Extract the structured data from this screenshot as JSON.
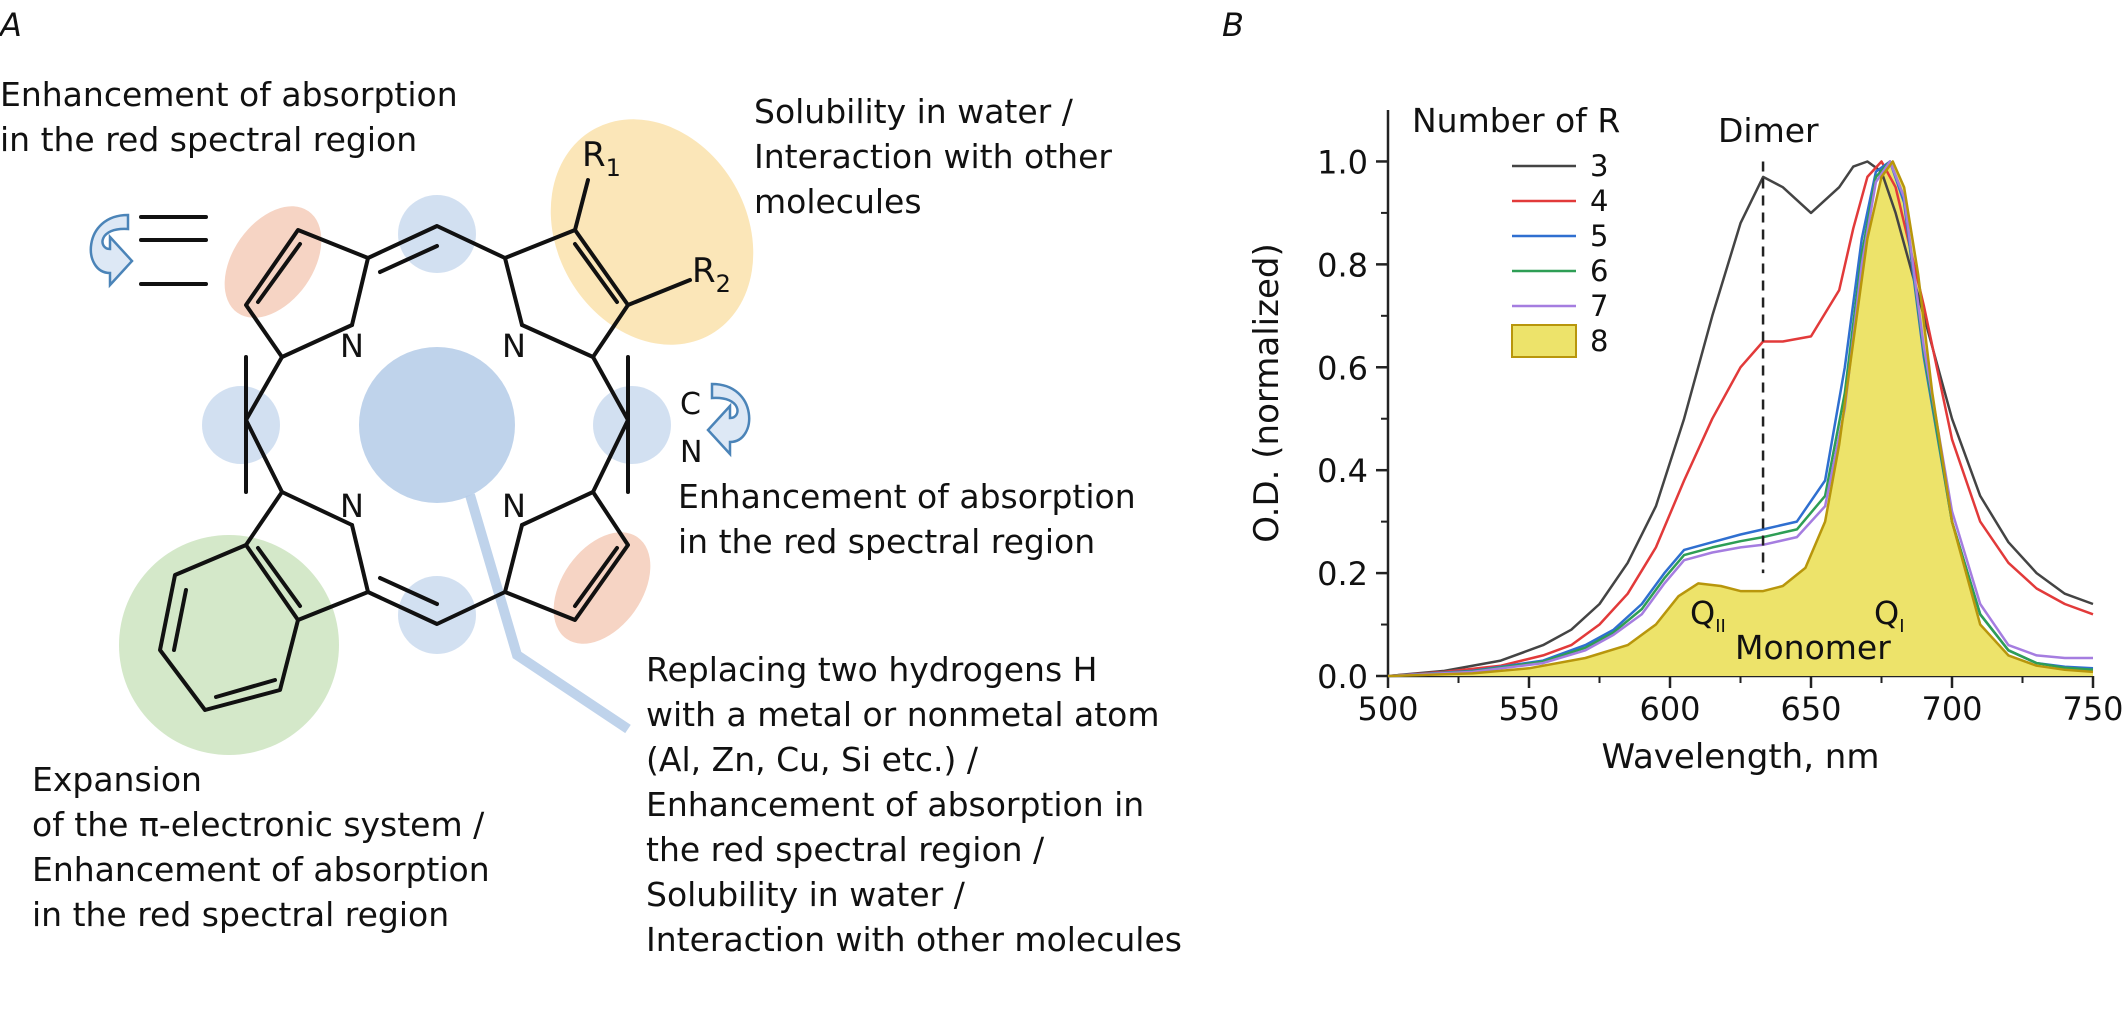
{
  "panel_a": {
    "label": "A",
    "annot_topleft": [
      "Enhancement of absorption",
      "in the red spectral region"
    ],
    "annot_topright": [
      "Solubility in water /",
      "Interaction with other",
      "molecules"
    ],
    "annot_midright": [
      "Enhancement of absorption",
      "in the red spectral region"
    ],
    "annot_bottomright": [
      "Replacing two hydrogens H",
      "with a metal or nonmetal atom",
      "(Al, Zn, Cu, Si etc.) /",
      "Enhancement of absorption in",
      "the red spectral region /",
      "Solubility in water /",
      "Interaction with other molecules"
    ],
    "annot_bottomleft": [
      "Expansion",
      "of the π-electronic system /",
      "Enhancement of absorption",
      "in the red spectral region"
    ],
    "atom_n": "N",
    "atom_c": "C",
    "r1_letter": "R",
    "r1_sub": "1",
    "r2_letter": "R",
    "r2_sub": "2",
    "colors": {
      "blue": "#b4cbe8",
      "orange": "#f4c9b5",
      "yellow": "#fbe3b0",
      "green": "#cfe5c3",
      "arrow": "#4b84b8"
    }
  },
  "panel_b": {
    "label": "B",
    "dimer_label": "Dimer",
    "monomer_label": "Monomer",
    "q2_letter": "Q",
    "q2_sub": "II",
    "q1_letter": "Q",
    "q1_sub": "I"
  },
  "chart_data": {
    "type": "line",
    "xlabel": "Wavelength, nm",
    "ylabel": "O.D. (normalized)",
    "xlim": [
      500,
      750
    ],
    "ylim": [
      0,
      1.1
    ],
    "xticks": [
      500,
      550,
      600,
      650,
      700,
      750
    ],
    "yticks": [
      0.0,
      0.2,
      0.4,
      0.6,
      0.8,
      1.0
    ],
    "grid": false,
    "legend_title": "Number of R",
    "legend_position": "top-left",
    "dimer_marker_x": 633,
    "series": [
      {
        "name": "3",
        "color": "#444444",
        "fill": false,
        "x": [
          500,
          520,
          540,
          555,
          565,
          575,
          585,
          595,
          605,
          615,
          625,
          633,
          640,
          650,
          660,
          665,
          670,
          675,
          680,
          690,
          700,
          710,
          720,
          730,
          740,
          750
        ],
        "y": [
          0.0,
          0.01,
          0.03,
          0.06,
          0.09,
          0.14,
          0.22,
          0.33,
          0.5,
          0.7,
          0.88,
          0.97,
          0.95,
          0.9,
          0.95,
          0.99,
          1.0,
          0.98,
          0.9,
          0.7,
          0.5,
          0.35,
          0.26,
          0.2,
          0.16,
          0.14
        ]
      },
      {
        "name": "4",
        "color": "#e23a3a",
        "fill": false,
        "x": [
          500,
          520,
          540,
          555,
          565,
          575,
          585,
          595,
          605,
          615,
          625,
          633,
          640,
          650,
          660,
          665,
          670,
          675,
          680,
          690,
          700,
          710,
          720,
          730,
          740,
          750
        ],
        "y": [
          0.0,
          0.008,
          0.02,
          0.04,
          0.06,
          0.1,
          0.16,
          0.25,
          0.38,
          0.5,
          0.6,
          0.65,
          0.65,
          0.66,
          0.75,
          0.87,
          0.97,
          1.0,
          0.95,
          0.72,
          0.46,
          0.3,
          0.22,
          0.17,
          0.14,
          0.12
        ]
      },
      {
        "name": "5",
        "color": "#2f6fd0",
        "fill": false,
        "x": [
          500,
          530,
          555,
          570,
          580,
          590,
          598,
          605,
          615,
          625,
          633,
          645,
          655,
          662,
          668,
          673,
          678,
          683,
          690,
          700,
          710,
          720,
          730,
          740,
          750
        ],
        "y": [
          0.0,
          0.01,
          0.03,
          0.06,
          0.09,
          0.14,
          0.2,
          0.245,
          0.26,
          0.275,
          0.285,
          0.3,
          0.38,
          0.6,
          0.85,
          0.98,
          1.0,
          0.92,
          0.62,
          0.3,
          0.12,
          0.05,
          0.025,
          0.018,
          0.015
        ]
      },
      {
        "name": "6",
        "color": "#2e9e55",
        "fill": false,
        "x": [
          500,
          530,
          555,
          570,
          580,
          590,
          598,
          605,
          615,
          625,
          633,
          645,
          655,
          662,
          668,
          673,
          678,
          683,
          690,
          700,
          710,
          720,
          730,
          740,
          750
        ],
        "y": [
          0.0,
          0.009,
          0.028,
          0.055,
          0.085,
          0.13,
          0.19,
          0.235,
          0.25,
          0.262,
          0.27,
          0.285,
          0.35,
          0.55,
          0.82,
          0.97,
          1.0,
          0.93,
          0.63,
          0.3,
          0.12,
          0.05,
          0.025,
          0.016,
          0.012
        ]
      },
      {
        "name": "7",
        "color": "#a57de0",
        "fill": false,
        "x": [
          500,
          530,
          555,
          570,
          580,
          590,
          598,
          605,
          615,
          625,
          633,
          645,
          655,
          662,
          668,
          673,
          678,
          683,
          690,
          700,
          710,
          720,
          730,
          740,
          750
        ],
        "y": [
          0.0,
          0.008,
          0.025,
          0.05,
          0.08,
          0.12,
          0.18,
          0.225,
          0.24,
          0.25,
          0.255,
          0.27,
          0.33,
          0.52,
          0.8,
          0.96,
          1.0,
          0.93,
          0.64,
          0.32,
          0.14,
          0.06,
          0.04,
          0.035,
          0.035
        ]
      },
      {
        "name": "8",
        "color": "#b8960c",
        "fill": true,
        "fill_color": "#ede36a",
        "x": [
          500,
          530,
          550,
          570,
          585,
          595,
          603,
          610,
          618,
          625,
          633,
          640,
          648,
          655,
          660,
          665,
          670,
          675,
          679,
          683,
          688,
          693,
          700,
          710,
          720,
          730,
          740,
          750
        ],
        "y": [
          0.0,
          0.005,
          0.015,
          0.035,
          0.06,
          0.1,
          0.155,
          0.18,
          0.175,
          0.165,
          0.165,
          0.175,
          0.21,
          0.3,
          0.45,
          0.65,
          0.85,
          0.97,
          1.0,
          0.95,
          0.78,
          0.55,
          0.3,
          0.1,
          0.04,
          0.02,
          0.012,
          0.008
        ]
      }
    ]
  }
}
